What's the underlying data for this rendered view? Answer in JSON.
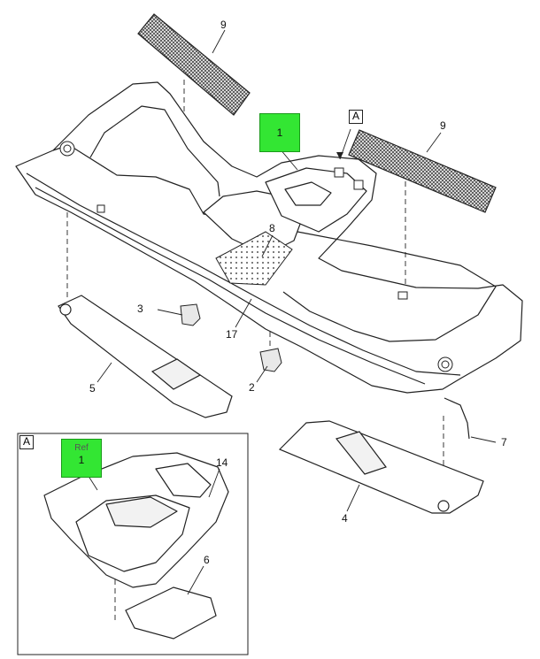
{
  "callouts": {
    "c9_left": "9",
    "c9_right": "9",
    "c8": "8",
    "c3": "3",
    "c17": "17",
    "c2": "2",
    "c5": "5",
    "c7": "7",
    "c4": "4",
    "c14": "14",
    "c6": "6"
  },
  "highlight_main": {
    "label": "1"
  },
  "highlight_inset": {
    "ref": "Ref",
    "label": "1"
  },
  "view_markers": {
    "main": "A",
    "inset": "A"
  },
  "colors": {
    "highlight": "#33e633",
    "line": "#222222",
    "mesh": "#444444"
  }
}
